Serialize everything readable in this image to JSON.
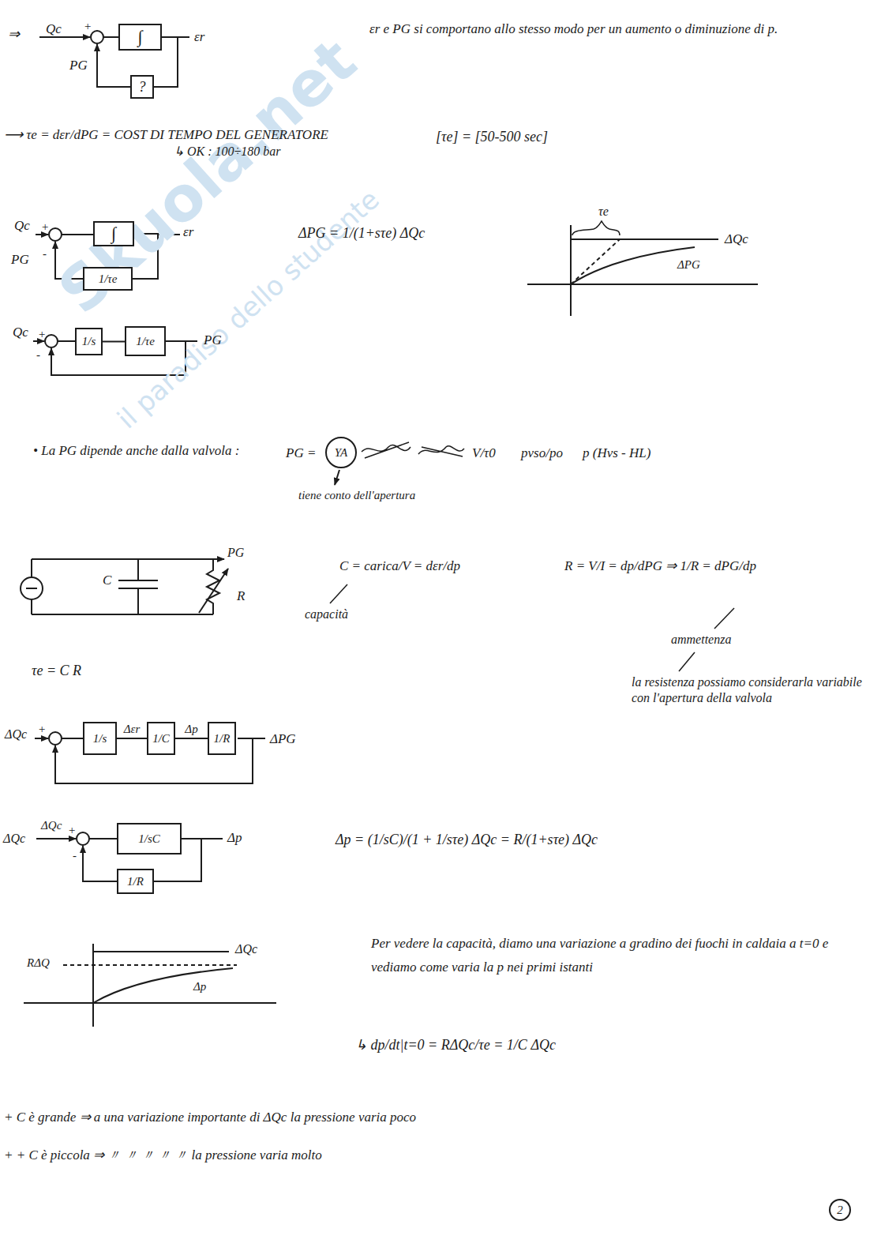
{
  "diagram": {
    "nodes": [
      {
        "text": [
          "∫"
        ]
      },
      {
        "text": [
          "?"
        ]
      },
      {
        "text": [
          "∫"
        ]
      },
      {
        "text": [
          "1/τe"
        ]
      },
      {
        "text": [
          "1/s"
        ]
      },
      {
        "text": [
          "1/τe"
        ]
      },
      {
        "text": [
          "YA"
        ]
      },
      {
        "text": [
          "1/s"
        ]
      },
      {
        "text": [
          "1/C"
        ]
      },
      {
        "text": [
          "1/R"
        ]
      },
      {
        "text": [
          "1/sC"
        ]
      },
      {
        "text": [
          "1/R"
        ]
      },
      {
        "text": [
          "2"
        ]
      }
    ],
    "edges": [
      {
        "from": 0,
        "to": 1,
        "arrow": "none"
      },
      {
        "from": 2,
        "to": 3,
        "arrow": "none"
      },
      {
        "from": 4,
        "to": 5,
        "arrow": "none"
      },
      {
        "from": 7,
        "to": 8,
        "label": "Δεr",
        "arrow": "none"
      },
      {
        "from": 8,
        "to": 9,
        "label": "Δp",
        "arrow": "none"
      },
      {
        "from": 10,
        "to": 11,
        "arrow": "none"
      }
    ],
    "labels": [
      "⇒",
      "Qc",
      "+",
      "PG",
      "εr",
      "εr e PG si comportano allo stesso modo per un aumento o diminuzione di p.",
      "⟶ τe = dεr/dPG = COST DI TEMPO DEL GENERATORE",
      "↳ OK : 100÷180 bar",
      "[τe] = [50-500 sec]",
      "Qc",
      "+",
      "PG",
      "-",
      "εr",
      "ΔPG = 1/(1+sτe) ΔQc",
      "τe",
      "ΔQc",
      "ΔPG",
      "Qc",
      "+",
      "-",
      "PG",
      "• La PG dipende anche dalla valvola :",
      "PG =",
      "V/τ0",
      "pvso/po",
      "p (Hvs - HL)",
      "tiene conto dell'apertura",
      "C",
      "R",
      "PG",
      "C = carica/V = dεr/dp",
      "capacità",
      "R = V/I = dp/dPG ⇒ 1/R = dPG/dp",
      "ammettenza",
      "la resistenza possiamo considerarla variabile con l'apertura della valvola",
      "τe = C R",
      "ΔQc",
      "+",
      "ΔPG",
      "ΔQc",
      "ΔQc",
      "+",
      "-",
      "Δp",
      "Δp = (1/sC)/(1 + 1/sτe) ΔQc = R/(1+sτe) ΔQc",
      "RΔQ",
      "ΔQc",
      "Δp",
      "Per vedere la capacità, diamo una variazione a gradino dei fuochi in caldaia a t=0 e vediamo come varia la p nei primi istanti",
      "↳ dp/dt|t=0 = RΔQc/τe = 1/C ΔQc",
      "+ C è grande ⇒ a una variazione importante di ΔQc la pressione varia poco",
      "+ + C è piccola ⇒ 〃 〃 〃 〃 〃 la pressione varia molto",
      "Skuola.net",
      "il paradiso dello studente"
    ]
  }
}
